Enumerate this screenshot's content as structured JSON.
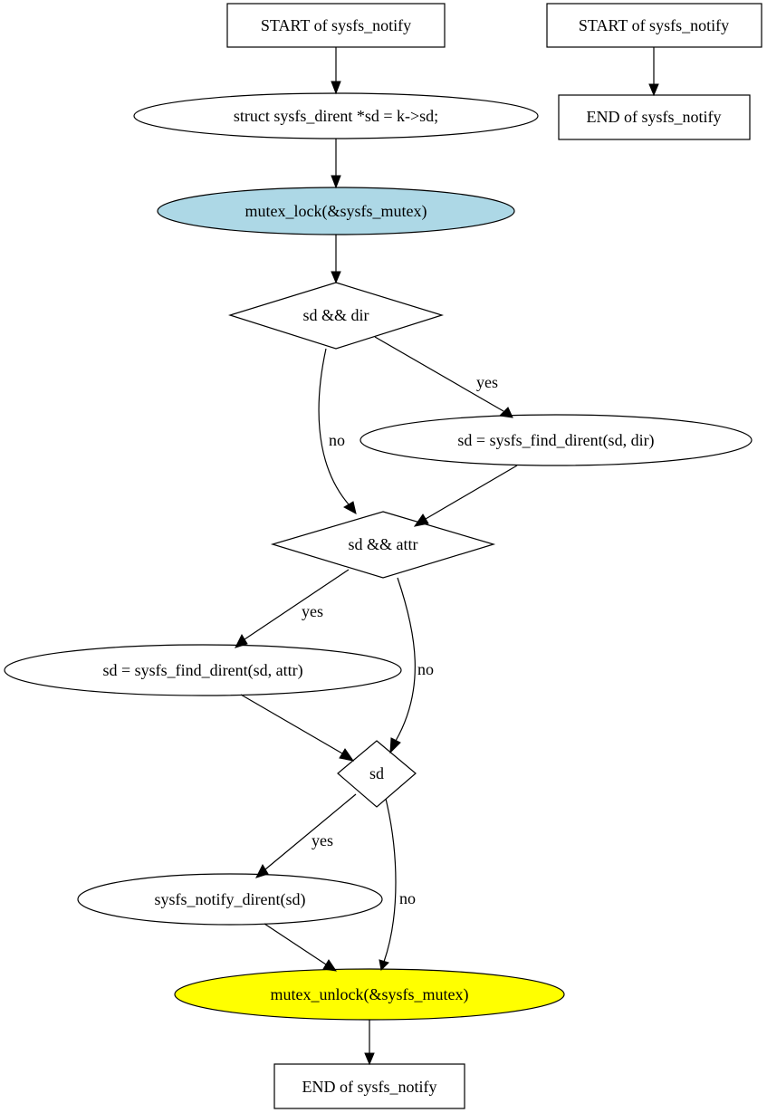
{
  "nodes": {
    "start_main": {
      "label": "START of sysfs_notify",
      "shape": "box"
    },
    "decl": {
      "label": "struct sysfs_dirent *sd = k->sd;",
      "shape": "ellipse"
    },
    "lock": {
      "label": "mutex_lock(&sysfs_mutex)",
      "shape": "ellipse",
      "fill": "#add8e6"
    },
    "cond_dir": {
      "label": "sd && dir",
      "shape": "diamond"
    },
    "find_dir": {
      "label": "sd = sysfs_find_dirent(sd, dir)",
      "shape": "ellipse"
    },
    "cond_attr": {
      "label": "sd && attr",
      "shape": "diamond"
    },
    "find_attr": {
      "label": "sd = sysfs_find_dirent(sd, attr)",
      "shape": "ellipse"
    },
    "cond_sd": {
      "label": "sd",
      "shape": "diamond"
    },
    "notify": {
      "label": "sysfs_notify_dirent(sd)",
      "shape": "ellipse"
    },
    "unlock": {
      "label": "mutex_unlock(&sysfs_mutex)",
      "shape": "ellipse",
      "fill": "#ffff00"
    },
    "end_main": {
      "label": "END of sysfs_notify",
      "shape": "box"
    },
    "start_side": {
      "label": "START of sysfs_notify",
      "shape": "box"
    },
    "end_side": {
      "label": "END of sysfs_notify",
      "shape": "box"
    }
  },
  "edges": {
    "dir_yes": "yes",
    "dir_no": "no",
    "attr_yes": "yes",
    "attr_no": "no",
    "sd_yes": "yes",
    "sd_no": "no"
  }
}
